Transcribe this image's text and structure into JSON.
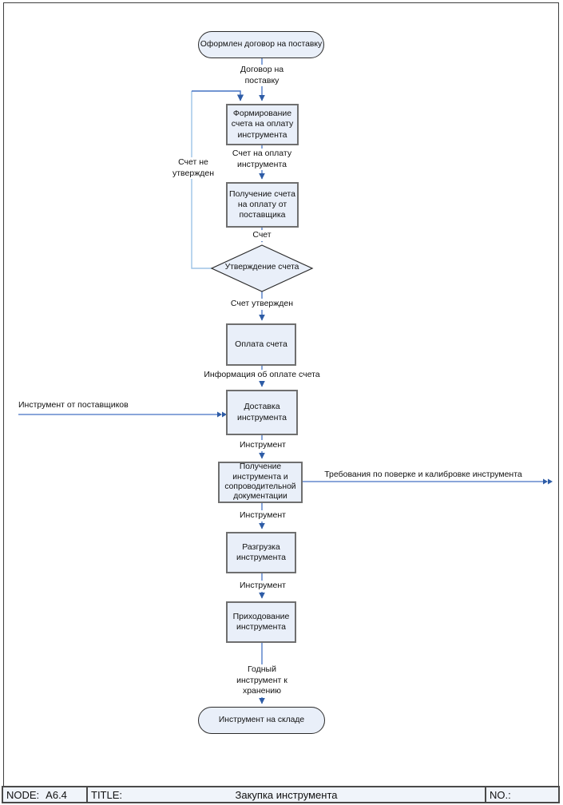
{
  "flowchart": {
    "start": "Оформлен договор на поставку",
    "end": "Инструмент на складе",
    "decision": "Утверждение счета",
    "boxes": [
      {
        "label": "Формирование счета на оплату инструмента"
      },
      {
        "label": "Получение счета на оплату от поставщика"
      },
      {
        "label": "Оплата счета"
      },
      {
        "label": "Доставка инструмента"
      },
      {
        "label": "Получение инструмента и сопроводительной документации"
      },
      {
        "label": "Разгрузка инструмента"
      },
      {
        "label": "Приходование инструмента"
      }
    ],
    "labels": {
      "contract": "Договор на поставку",
      "invoice_for_payment": "Счет на оплату инструмента",
      "invoice": "Счет",
      "not_approved": "Счет не утвержден",
      "approved": "Счет утвержден",
      "payment_info": "Информация об оплате счета",
      "tools_from_suppliers": "Инструмент от поставщиков",
      "tool": "Инструмент",
      "calibration_req": "Требования по поверке и калибровке инструмента",
      "good_tool": "Годный инструмент к хранению"
    }
  },
  "footer": {
    "node_label": "NODE:",
    "node_value": "A6.4",
    "title_label": "TITLE:",
    "title_value": "Закупка инструмента",
    "no_label": "NO.:"
  },
  "colors": {
    "connector": "#4472c4",
    "loop_line": "#9dc3e6",
    "arrowhead": "#2e5ca6",
    "shape_fill": "#e9eff9",
    "shape_border": "#6f6f6f",
    "footer_fill": "#f0f4fa"
  }
}
